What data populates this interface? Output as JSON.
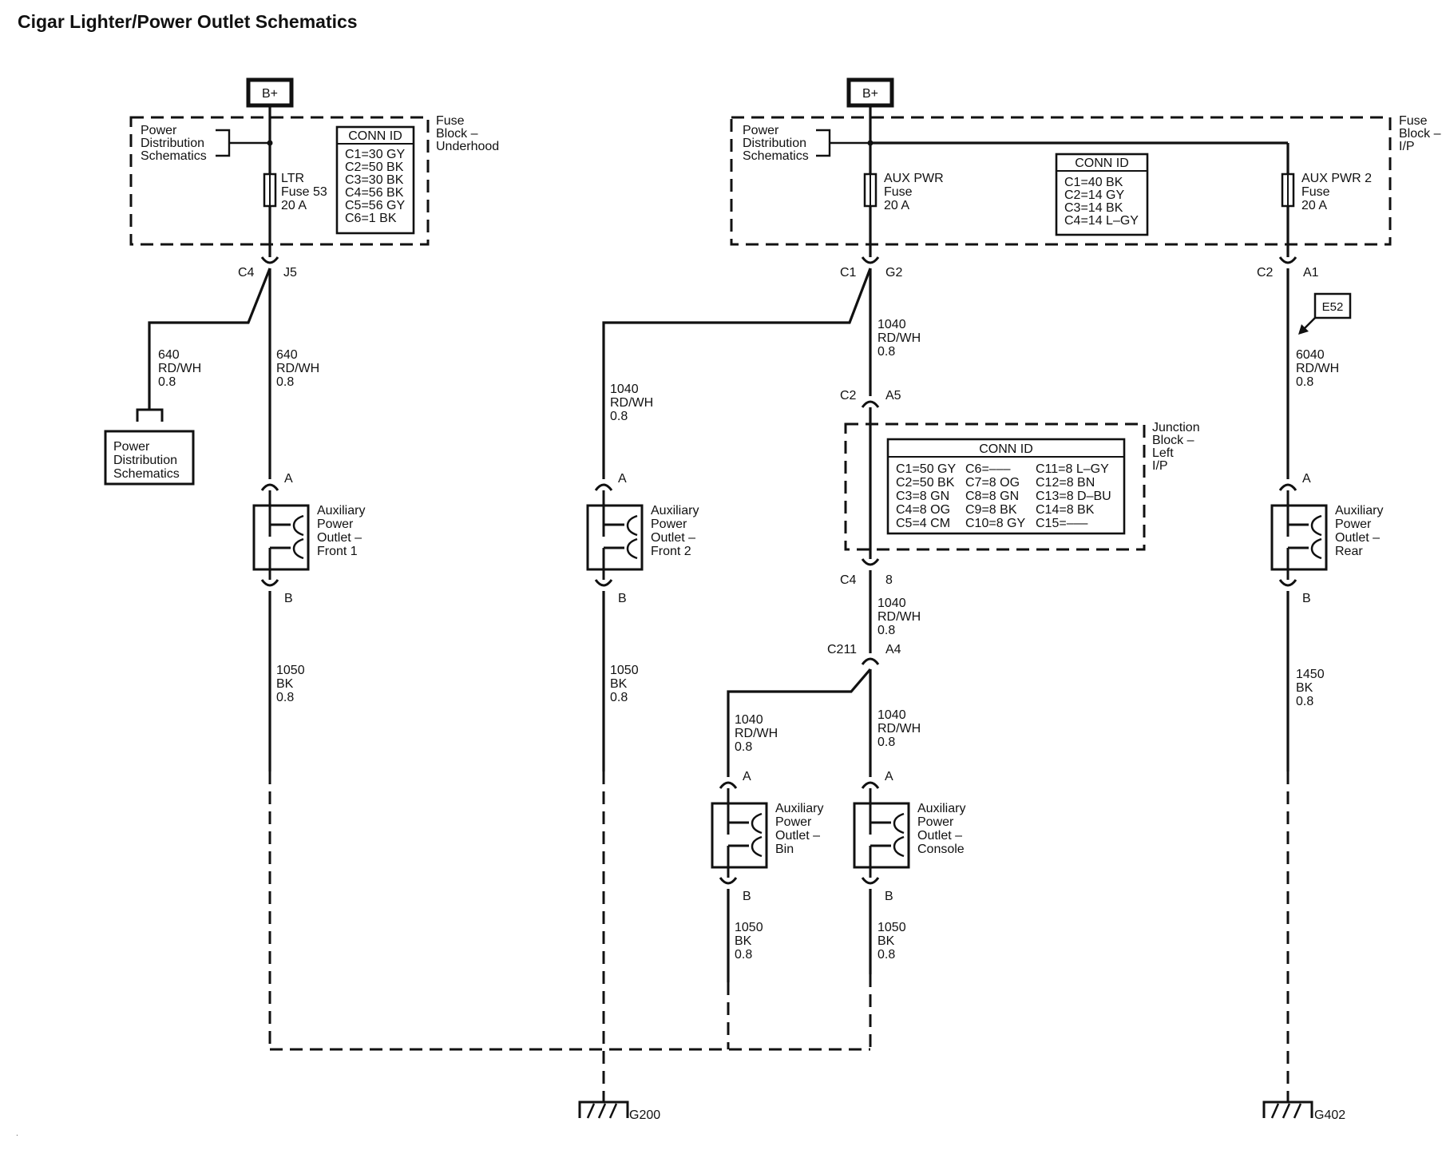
{
  "title": "Cigar Lighter/Power Outlet Schematics",
  "battery_label": "B+",
  "fuse_block_underhood": {
    "name": [
      "Fuse",
      "Block –",
      "Underhood"
    ],
    "pds_ref": [
      "Power",
      "Distribution",
      "Schematics"
    ],
    "fuse": {
      "name": "LTR",
      "number": "Fuse 53",
      "rating": "20 A"
    },
    "conn_id_title": "CONN ID",
    "conn_ids": [
      "C1=30 GY",
      "C2=50 BK",
      "C3=30 BK",
      "C4=56 BK",
      "C5=56 GY",
      "C6=1 BK"
    ],
    "connector": {
      "id": "C4",
      "pin": "J5"
    }
  },
  "fuse_block_ip": {
    "name": [
      "Fuse",
      "Block –",
      "I/P"
    ],
    "pds_ref": [
      "Power",
      "Distribution",
      "Schematics"
    ],
    "fuse_aux": {
      "name": "AUX PWR",
      "number": "Fuse",
      "rating": "20 A"
    },
    "fuse_aux2": {
      "name": "AUX PWR 2",
      "number": "Fuse",
      "rating": "20 A"
    },
    "conn_id_title": "CONN ID",
    "conn_ids": [
      "C1=40 BK",
      "C2=14 GY",
      "C3=14 BK",
      "C4=14 L–GY"
    ],
    "connector_aux": {
      "id": "C1",
      "pin": "G2"
    },
    "connector_aux2": {
      "id": "C2",
      "pin": "A1"
    }
  },
  "junction_block": {
    "name": [
      "Junction",
      "Block –",
      "Left",
      "I/P"
    ],
    "conn_id_title": "CONN ID",
    "conn_ids": [
      [
        "C1=50 GY",
        "C6=–––",
        "C11=8 L–GY"
      ],
      [
        "C2=50 BK",
        "C7=8 OG",
        "C12=8 BN"
      ],
      [
        "C3=8 GN",
        "C8=8 GN",
        "C13=8 D–BU"
      ],
      [
        "C4=8 OG",
        "C9=8 BK",
        "C14=8 BK"
      ],
      [
        "C5=4 CM",
        "C10=8 GY",
        "C15=–––"
      ]
    ],
    "input": {
      "id": "C2",
      "pin": "A5"
    },
    "output": {
      "id": "C4",
      "pin": "8"
    }
  },
  "splice": {
    "id": "C211",
    "pin": "A4"
  },
  "pds_box": [
    "Power",
    "Distribution",
    "Schematics"
  ],
  "e52_label": "E52",
  "wires": {
    "w640_left": [
      "640",
      "RD/WH",
      "0.8"
    ],
    "w640_right": [
      "640",
      "RD/WH",
      "0.8"
    ],
    "w1040_front2": [
      "1040",
      "RD/WH",
      "0.8"
    ],
    "w1040_main": [
      "1040",
      "RD/WH",
      "0.8"
    ],
    "w1040_after_jb": [
      "1040",
      "RD/WH",
      "0.8"
    ],
    "w1040_bin": [
      "1040",
      "RD/WH",
      "0.8"
    ],
    "w1040_console": [
      "1040",
      "RD/WH",
      "0.8"
    ],
    "w6040": [
      "6040",
      "RD/WH",
      "0.8"
    ],
    "w1050_front1": [
      "1050",
      "BK",
      "0.8"
    ],
    "w1050_front2": [
      "1050",
      "BK",
      "0.8"
    ],
    "w1050_bin": [
      "1050",
      "BK",
      "0.8"
    ],
    "w1050_console": [
      "1050",
      "BK",
      "0.8"
    ],
    "w1450": [
      "1450",
      "BK",
      "0.8"
    ]
  },
  "outlets": {
    "front1": [
      "Auxiliary",
      "Power",
      "Outlet –",
      "Front 1"
    ],
    "front2": [
      "Auxiliary",
      "Power",
      "Outlet –",
      "Front 2"
    ],
    "bin": [
      "Auxiliary",
      "Power",
      "Outlet –",
      "Bin"
    ],
    "console": [
      "Auxiliary",
      "Power",
      "Outlet –",
      "Console"
    ],
    "rear": [
      "Auxiliary",
      "Power",
      "Outlet –",
      "Rear"
    ]
  },
  "pin_a": "A",
  "pin_b": "B",
  "grounds": {
    "left": "G200",
    "right": "G402"
  }
}
